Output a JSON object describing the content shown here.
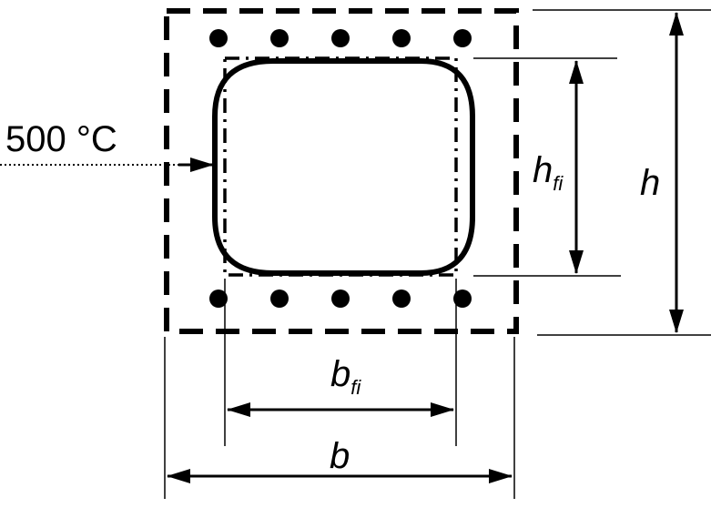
{
  "labels": {
    "temperature": "500 °C",
    "h_fi_main": "h",
    "h_fi_sub": "fi",
    "h": "h",
    "b_fi_main": "b",
    "b_fi_sub": "fi",
    "b": "b"
  },
  "rebar_count_per_row": 5,
  "colors": {
    "ink": "#000000",
    "background": "#ffffff"
  }
}
